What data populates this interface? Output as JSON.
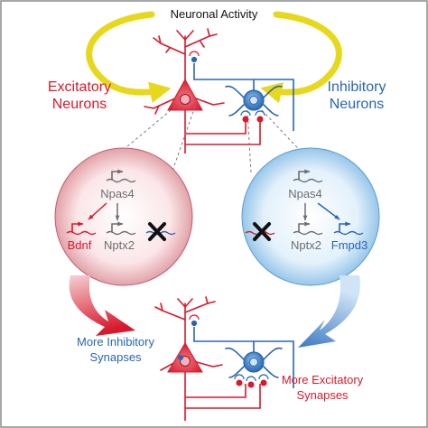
{
  "title": "Neuronal Activity",
  "left_label": [
    "Excitatory",
    "Neurons"
  ],
  "right_label": [
    "Inhibitory",
    "Neurons"
  ],
  "left_circle": {
    "top_gene": "Npas4",
    "genes": [
      "Bdnf",
      "Nptx2"
    ]
  },
  "right_circle": {
    "top_gene": "Npas4",
    "genes": [
      "Nptx2",
      "Fmpd3"
    ]
  },
  "bottom_left_label": [
    "More Inhibitory",
    "Synapses"
  ],
  "bottom_right_label": [
    "More Excitatory",
    "Synapses"
  ],
  "colors": {
    "excitatory": "#d7192c",
    "inhibitory": "#2a66b0",
    "activity_arrow": "#e8d81c",
    "gray": "#6d6e71",
    "black": "#111111"
  }
}
